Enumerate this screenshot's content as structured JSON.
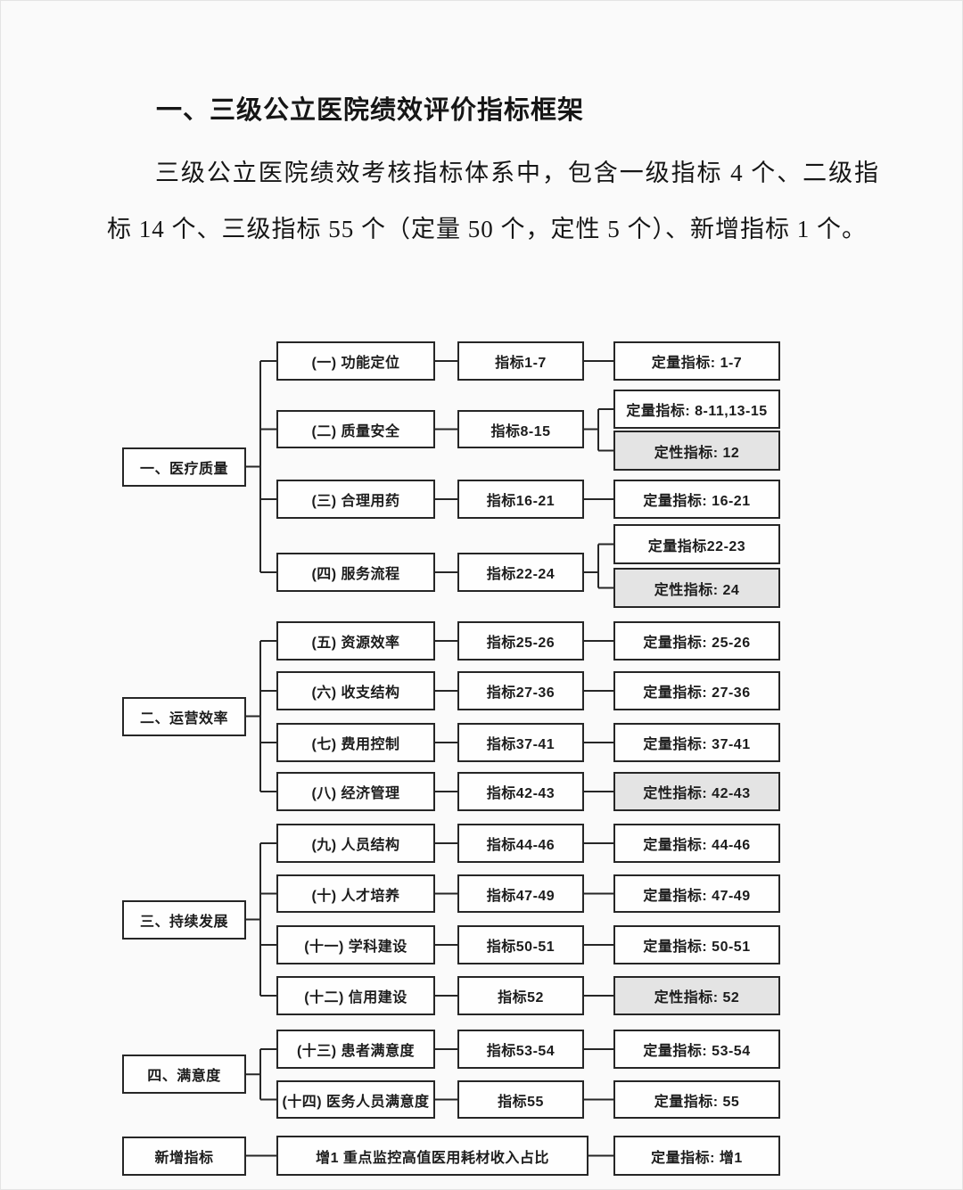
{
  "doc": {
    "title": "一、三级公立医院绩效评价指标框架",
    "paragraph": "三级公立医院绩效考核指标体系中，包含一级指标 4 个、二级指标 14 个、三级指标 55 个（定量 50 个，定性 5 个）、新增指标 1 个。"
  },
  "colors": {
    "line": "#262626",
    "box_border": "#262626",
    "shaded_box_fill": "#e4e4e4"
  },
  "diagram": {
    "groups": [
      {
        "label": "一、医疗质量",
        "rows": [
          {
            "category": "(一) 功能定位",
            "indicator": "指标1-7",
            "outputs": [
              {
                "label": "定量指标: 1-7",
                "shaded": false
              }
            ]
          },
          {
            "category": "(二) 质量安全",
            "indicator": "指标8-15",
            "outputs": [
              {
                "label": "定量指标: 8-11,13-15",
                "shaded": false
              },
              {
                "label": "定性指标: 12",
                "shaded": true
              }
            ]
          },
          {
            "category": "(三) 合理用药",
            "indicator": "指标16-21",
            "outputs": [
              {
                "label": "定量指标: 16-21",
                "shaded": false
              }
            ]
          },
          {
            "category": "(四) 服务流程",
            "indicator": "指标22-24",
            "outputs": [
              {
                "label": "定量指标22-23",
                "shaded": false
              },
              {
                "label": "定性指标: 24",
                "shaded": true
              }
            ]
          }
        ]
      },
      {
        "label": "二、运营效率",
        "rows": [
          {
            "category": "(五) 资源效率",
            "indicator": "指标25-26",
            "outputs": [
              {
                "label": "定量指标: 25-26",
                "shaded": false
              }
            ]
          },
          {
            "category": "(六) 收支结构",
            "indicator": "指标27-36",
            "outputs": [
              {
                "label": "定量指标: 27-36",
                "shaded": false
              }
            ]
          },
          {
            "category": "(七) 费用控制",
            "indicator": "指标37-41",
            "outputs": [
              {
                "label": "定量指标: 37-41",
                "shaded": false
              }
            ]
          },
          {
            "category": "(八) 经济管理",
            "indicator": "指标42-43",
            "outputs": [
              {
                "label": "定性指标: 42-43",
                "shaded": true
              }
            ]
          }
        ]
      },
      {
        "label": "三、持续发展",
        "rows": [
          {
            "category": "(九) 人员结构",
            "indicator": "指标44-46",
            "outputs": [
              {
                "label": "定量指标: 44-46",
                "shaded": false
              }
            ]
          },
          {
            "category": "(十) 人才培养",
            "indicator": "指标47-49",
            "outputs": [
              {
                "label": "定量指标: 47-49",
                "shaded": false
              }
            ]
          },
          {
            "category": "(十一) 学科建设",
            "indicator": "指标50-51",
            "outputs": [
              {
                "label": "定量指标: 50-51",
                "shaded": false
              }
            ]
          },
          {
            "category": "(十二) 信用建设",
            "indicator": "指标52",
            "outputs": [
              {
                "label": "定性指标: 52",
                "shaded": true
              }
            ]
          }
        ]
      },
      {
        "label": "四、满意度",
        "rows": [
          {
            "category": "(十三) 患者满意度",
            "indicator": "指标53-54",
            "outputs": [
              {
                "label": "定量指标: 53-54",
                "shaded": false
              }
            ]
          },
          {
            "category": "(十四) 医务人员满意度",
            "indicator": "指标55",
            "outputs": [
              {
                "label": "定量指标: 55",
                "shaded": false
              }
            ]
          }
        ]
      },
      {
        "label": "新增指标",
        "rows": [
          {
            "category": "增1 重点监控高值医用耗材收入占比",
            "wide": true,
            "outputs": [
              {
                "label": "定量指标: 增1",
                "shaded": false
              }
            ]
          }
        ]
      }
    ]
  }
}
